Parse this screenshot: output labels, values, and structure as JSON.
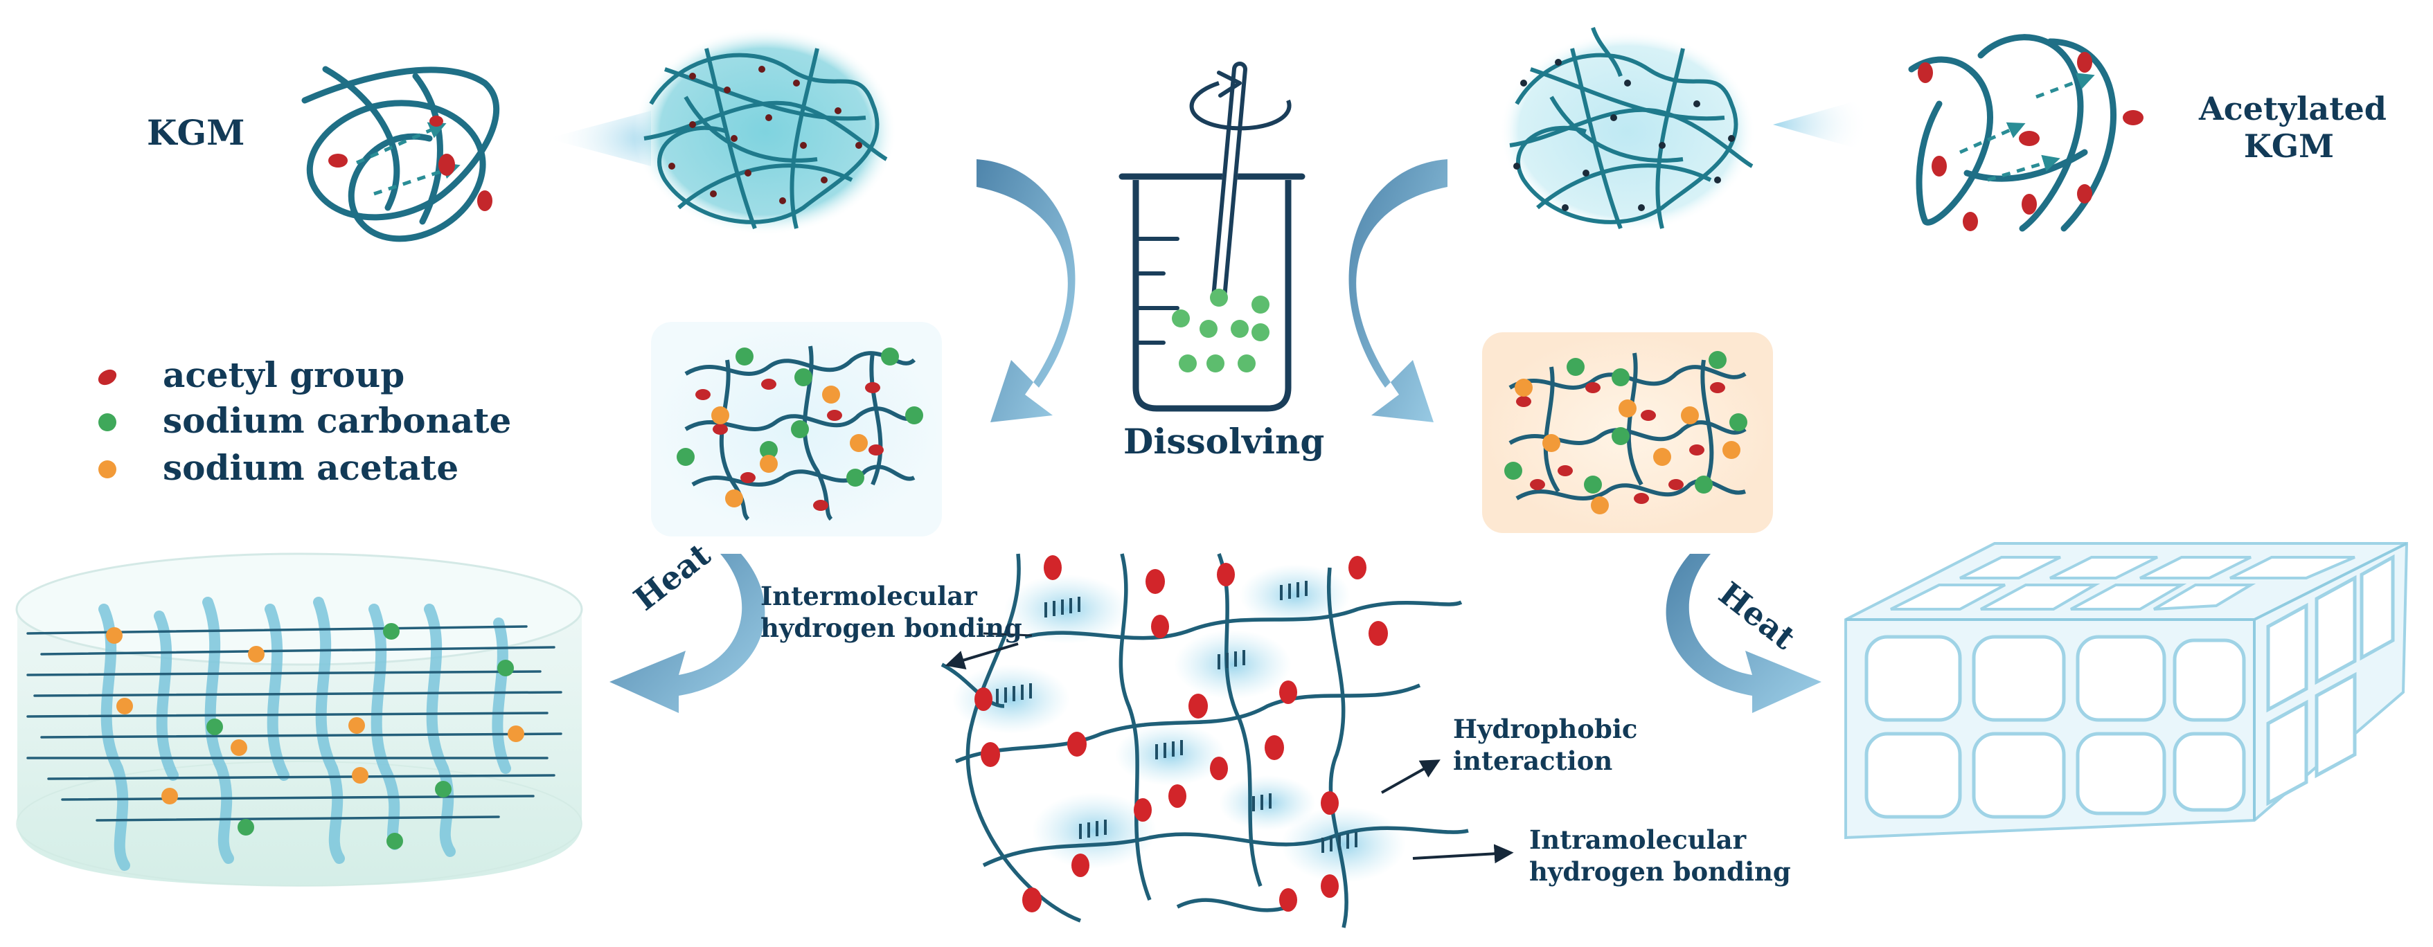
{
  "labels": {
    "kgm": "KGM",
    "acetylated_kgm_line1": "Acetylated",
    "acetylated_kgm_line2": "KGM",
    "dissolving": "Dissolving",
    "heat_left": "Heat",
    "heat_right": "Heat",
    "intermolecular_line1": "Intermolecular",
    "intermolecular_line2": "hydrogen bonding",
    "hydrophobic_line1": "Hydrophobic",
    "hydrophobic_line2": "interaction",
    "intramolecular_line1": "Intramolecular",
    "intramolecular_line2": "hydrogen bonding"
  },
  "legend": [
    {
      "label": "acetyl group",
      "color": "#c4272b"
    },
    {
      "label": "sodium carbonate",
      "color": "#3fa85a"
    },
    {
      "label": "sodium acetate",
      "color": "#f29a38"
    }
  ],
  "colors": {
    "text": "#123a57",
    "chain": "#1f6f86",
    "gel_light": "#bfe6ef",
    "arrow": "#5b9cc2"
  }
}
